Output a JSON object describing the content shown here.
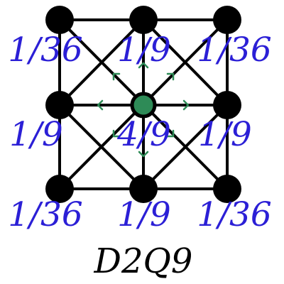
{
  "model_label": "D2Q9",
  "weights": {
    "corner_top_left": "1/36",
    "edge_top": "1/9",
    "corner_top_right": "1/36",
    "edge_left": "1/9",
    "center": "4/9",
    "edge_right": "1/9",
    "corner_bottom_left": "1/36",
    "edge_bottom": "1/9",
    "corner_bottom_right": "1/36"
  },
  "colors": {
    "node": "#000000",
    "center_node": "#2e8b57",
    "arrows": "#2e8b57",
    "weights": "#2b1fd6",
    "lines": "#000000"
  }
}
